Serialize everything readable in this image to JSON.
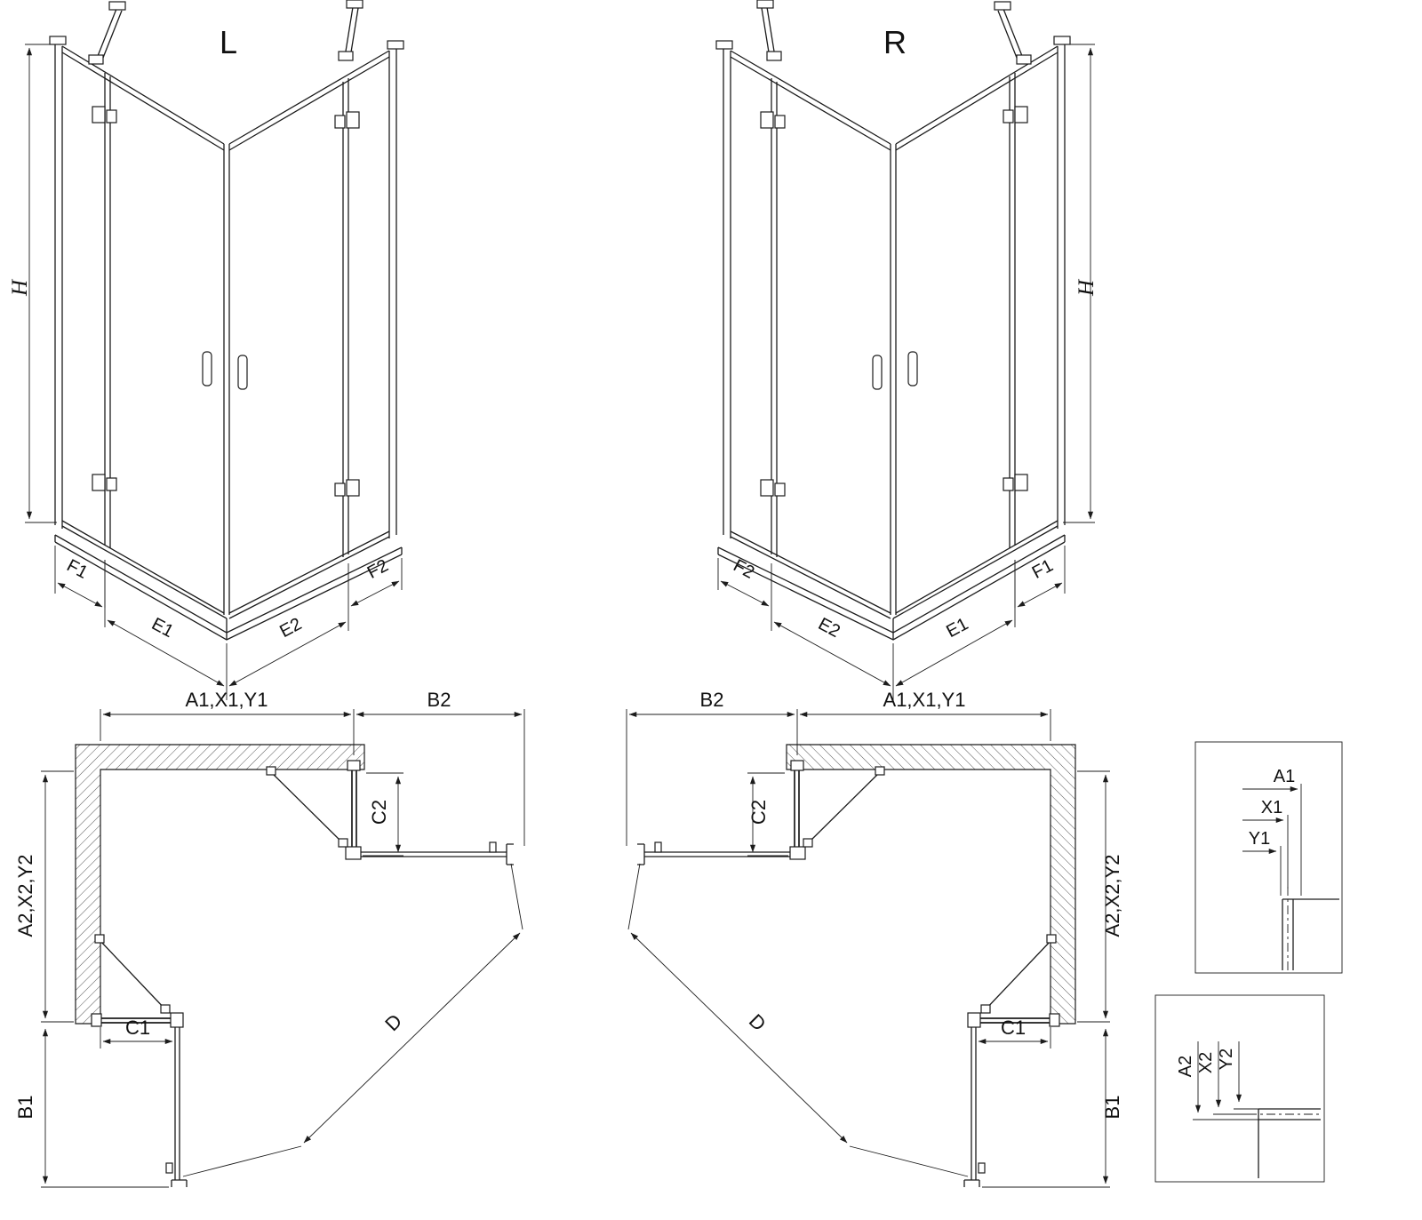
{
  "figure": {
    "background": "#ffffff",
    "line_color": "#1c1c1c"
  },
  "front_views": {
    "left": {
      "variant_label": "L",
      "height_label": "H",
      "fixed_left_label": "F1",
      "door_left_label": "E1",
      "door_right_label": "E2",
      "fixed_right_label": "F2"
    },
    "right": {
      "variant_label": "R",
      "height_label": "H",
      "fixed_left_label": "F2",
      "door_left_label": "E2",
      "door_right_label": "E1",
      "fixed_right_label": "F1"
    }
  },
  "plan_views": {
    "left": {
      "width_label": "A1,X1,Y1",
      "door_swing_width_label": "B2",
      "fixed_panel_side_label": "C2",
      "depth_label": "A2,X2,Y2",
      "fixed_panel_front_label": "C1",
      "door_swing_depth_label": "B1",
      "diagonal_label": "D"
    },
    "right": {
      "width_label": "A1,X1,Y1",
      "door_swing_width_label": "B2",
      "fixed_panel_side_label": "C2",
      "depth_label": "A2,X2,Y2",
      "fixed_panel_front_label": "C1",
      "door_swing_depth_label": "B1",
      "diagonal_label": "D"
    }
  },
  "detail_views": {
    "horizontal": {
      "labels": [
        "A1",
        "X1",
        "Y1"
      ]
    },
    "vertical": {
      "labels": [
        "A2",
        "X2",
        "Y2"
      ]
    }
  }
}
